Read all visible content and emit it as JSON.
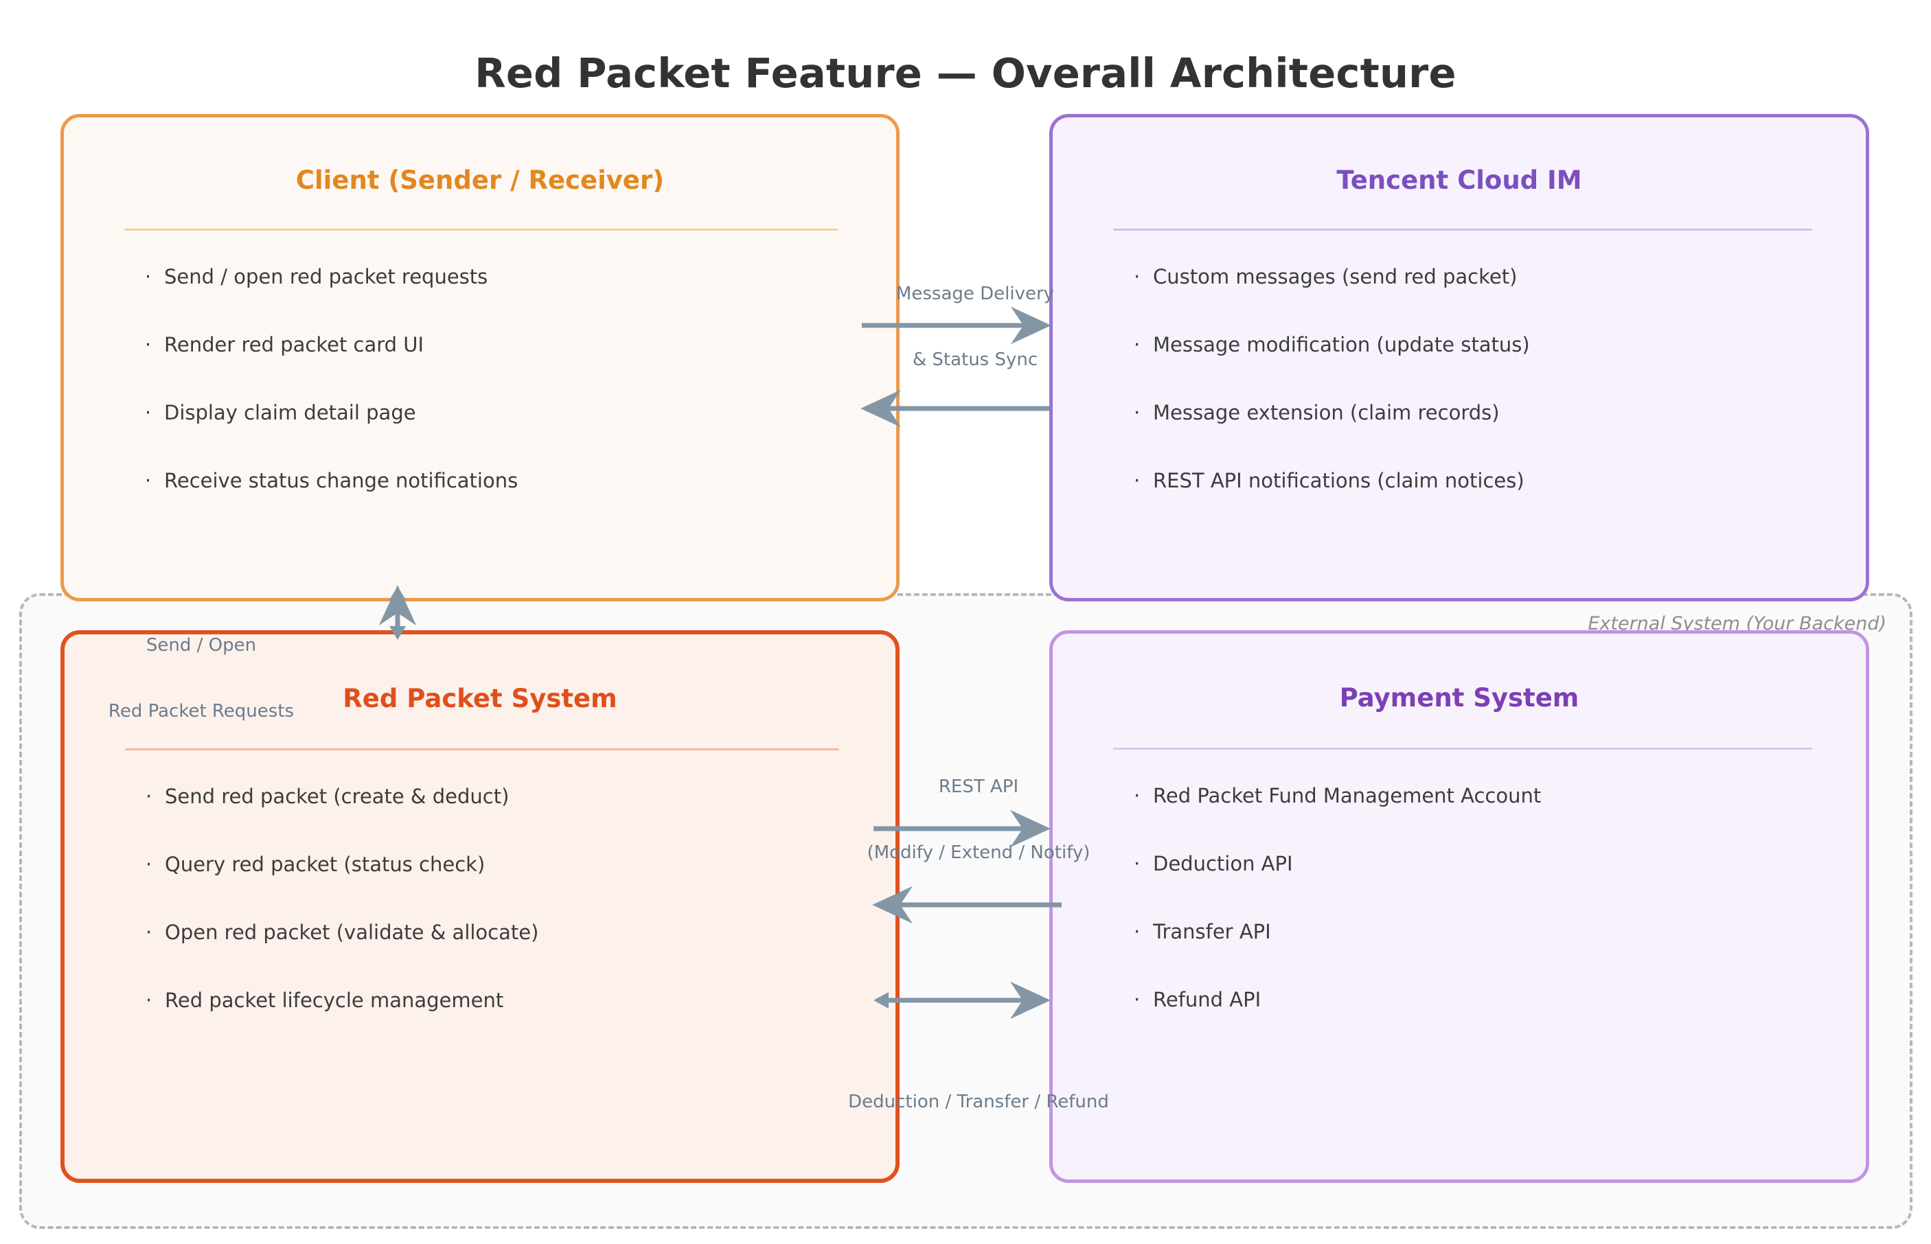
{
  "title": "Red Packet Feature — Overall Architecture",
  "backend_container": {
    "label": "External System (Your Backend)"
  },
  "nodes": {
    "client": {
      "title": "Client (Sender / Receiver)",
      "accent": "#e3871f",
      "items": [
        "Send / open red packet requests",
        "Render red packet card UI",
        "Display claim detail page",
        "Receive status change notifications"
      ]
    },
    "im": {
      "title": "Tencent Cloud IM",
      "accent": "#7c4fc0",
      "items": [
        "Custom messages (send red packet)",
        "Message modification (update status)",
        "Message extension (claim records)",
        "REST API notifications (claim notices)"
      ]
    },
    "red_packet_system": {
      "title": "Red Packet System",
      "accent": "#e04f1b",
      "items": [
        "Send red packet (create & deduct)",
        "Query red packet (status check)",
        "Open red packet (validate & allocate)",
        "Red packet lifecycle management"
      ]
    },
    "payment_system": {
      "title": "Payment System",
      "accent": "#7d3fb5",
      "items": [
        "Red Packet Fund Management Account",
        "Deduction API",
        "Transfer API",
        "Refund API"
      ]
    }
  },
  "connectors": {
    "client_im": {
      "label_line1": "Message Delivery",
      "label_line2": "& Status Sync"
    },
    "client_rps": {
      "label_line1": "Send / Open",
      "label_line2": "Red Packet Requests"
    },
    "rps_payment_top": {
      "label_line1": "REST API",
      "label_line2": "(Modify / Extend / Notify)"
    },
    "rps_payment_bottom": {
      "label_line1": "Deduction / Transfer / Refund"
    }
  },
  "colors": {
    "arrow": "#8296a6",
    "dashed_border": "#b8b8b8",
    "title_text": "#333333",
    "body_text": "#3c3c3c",
    "label_text": "#6b7c8c"
  }
}
